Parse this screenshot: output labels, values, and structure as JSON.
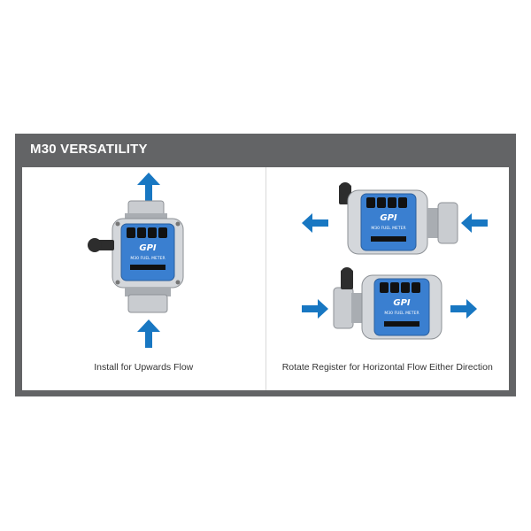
{
  "panel": {
    "title": "M30 VERSATILITY"
  },
  "sections": [
    {
      "caption": "Install for Upwards Flow"
    },
    {
      "caption": "Rotate Register for Horizontal Flow Either Direction"
    }
  ],
  "meter": {
    "brand": "GPI",
    "model": "M30 FUEL METER"
  },
  "colors": {
    "panel": "#636466",
    "arrow": "#1877c2",
    "meter_face": "#3a7fd0"
  },
  "icons": [
    "arrow-up-icon",
    "arrow-left-icon",
    "arrow-right-icon"
  ]
}
